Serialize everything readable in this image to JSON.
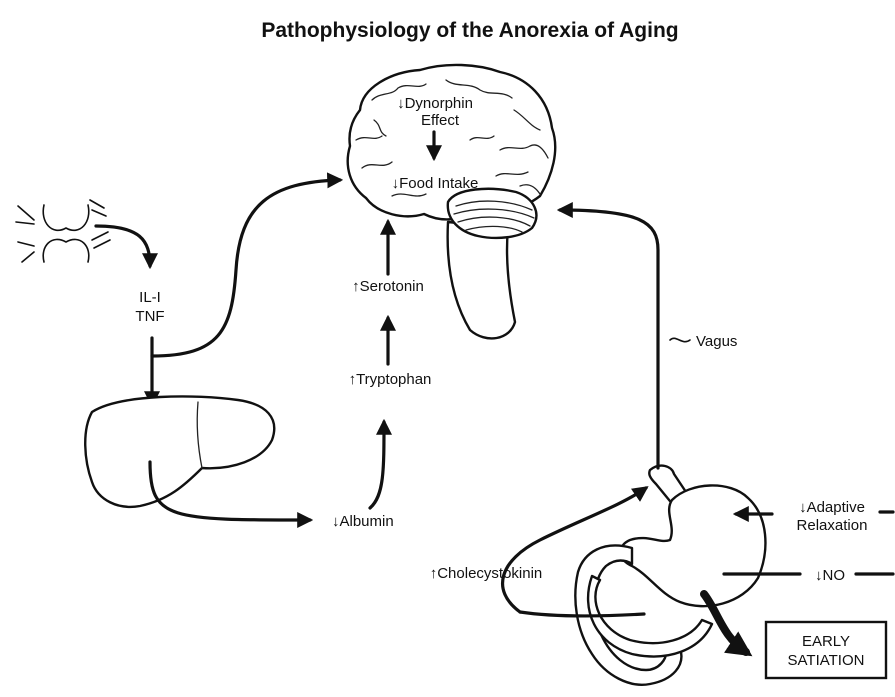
{
  "title": "Pathophysiology of the Anorexia of Aging",
  "brain": {
    "dynorphin_line1": "↓Dynorphin",
    "dynorphin_line2": "Effect",
    "food_intake": "↓Food Intake"
  },
  "cytokines": {
    "line1": "IL-I",
    "line2": "TNF"
  },
  "serotonin": "↑Serotonin",
  "tryptophan": "↑Tryptophan",
  "albumin": "↓Albumin",
  "cholecystokinin": "↑Cholecystokinin",
  "vagus": "Vagus",
  "adaptive_relaxation": {
    "line1": "↓Adaptive",
    "line2": "Relaxation"
  },
  "no": "↓NO",
  "early_satiation": {
    "line1": "EARLY",
    "line2": "SATIATION"
  },
  "colors": {
    "ink": "#111111",
    "background": "#ffffff"
  }
}
